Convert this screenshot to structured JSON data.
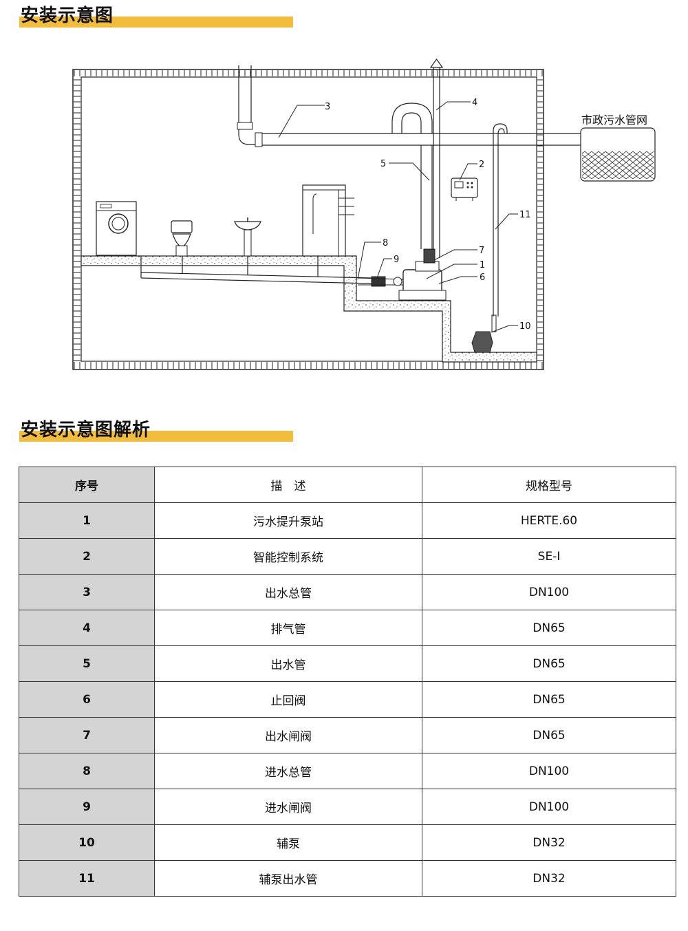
{
  "section1_title": "安装示意图",
  "section2_title": "安装示意图解析",
  "diagram": {
    "municipal_label": "市政污水管网",
    "callouts": [
      "1",
      "2",
      "3",
      "4",
      "5",
      "6",
      "7",
      "8",
      "9",
      "10",
      "11"
    ]
  },
  "table": {
    "headers": {
      "no": "序号",
      "desc": "描　述",
      "model": "规格型号"
    },
    "rows": [
      {
        "no": "1",
        "desc": "污水提升泵站",
        "model": "HERTE.60"
      },
      {
        "no": "2",
        "desc": "智能控制系统",
        "model": "SE-I"
      },
      {
        "no": "3",
        "desc": "出水总管",
        "model": "DN100"
      },
      {
        "no": "4",
        "desc": "排气管",
        "model": "DN65"
      },
      {
        "no": "5",
        "desc": "出水管",
        "model": "DN65"
      },
      {
        "no": "6",
        "desc": "止回阀",
        "model": "DN65"
      },
      {
        "no": "7",
        "desc": "出水闸阀",
        "model": "DN65"
      },
      {
        "no": "8",
        "desc": "进水总管",
        "model": "DN100"
      },
      {
        "no": "9",
        "desc": "进水闸阀",
        "model": "DN100"
      },
      {
        "no": "10",
        "desc": "辅泵",
        "model": "DN32"
      },
      {
        "no": "11",
        "desc": "辅泵出水管",
        "model": "DN32"
      }
    ]
  },
  "colors": {
    "accent_bar": "#f2bd3a",
    "header_gray": "#d4d4d4",
    "line": "#222222"
  }
}
